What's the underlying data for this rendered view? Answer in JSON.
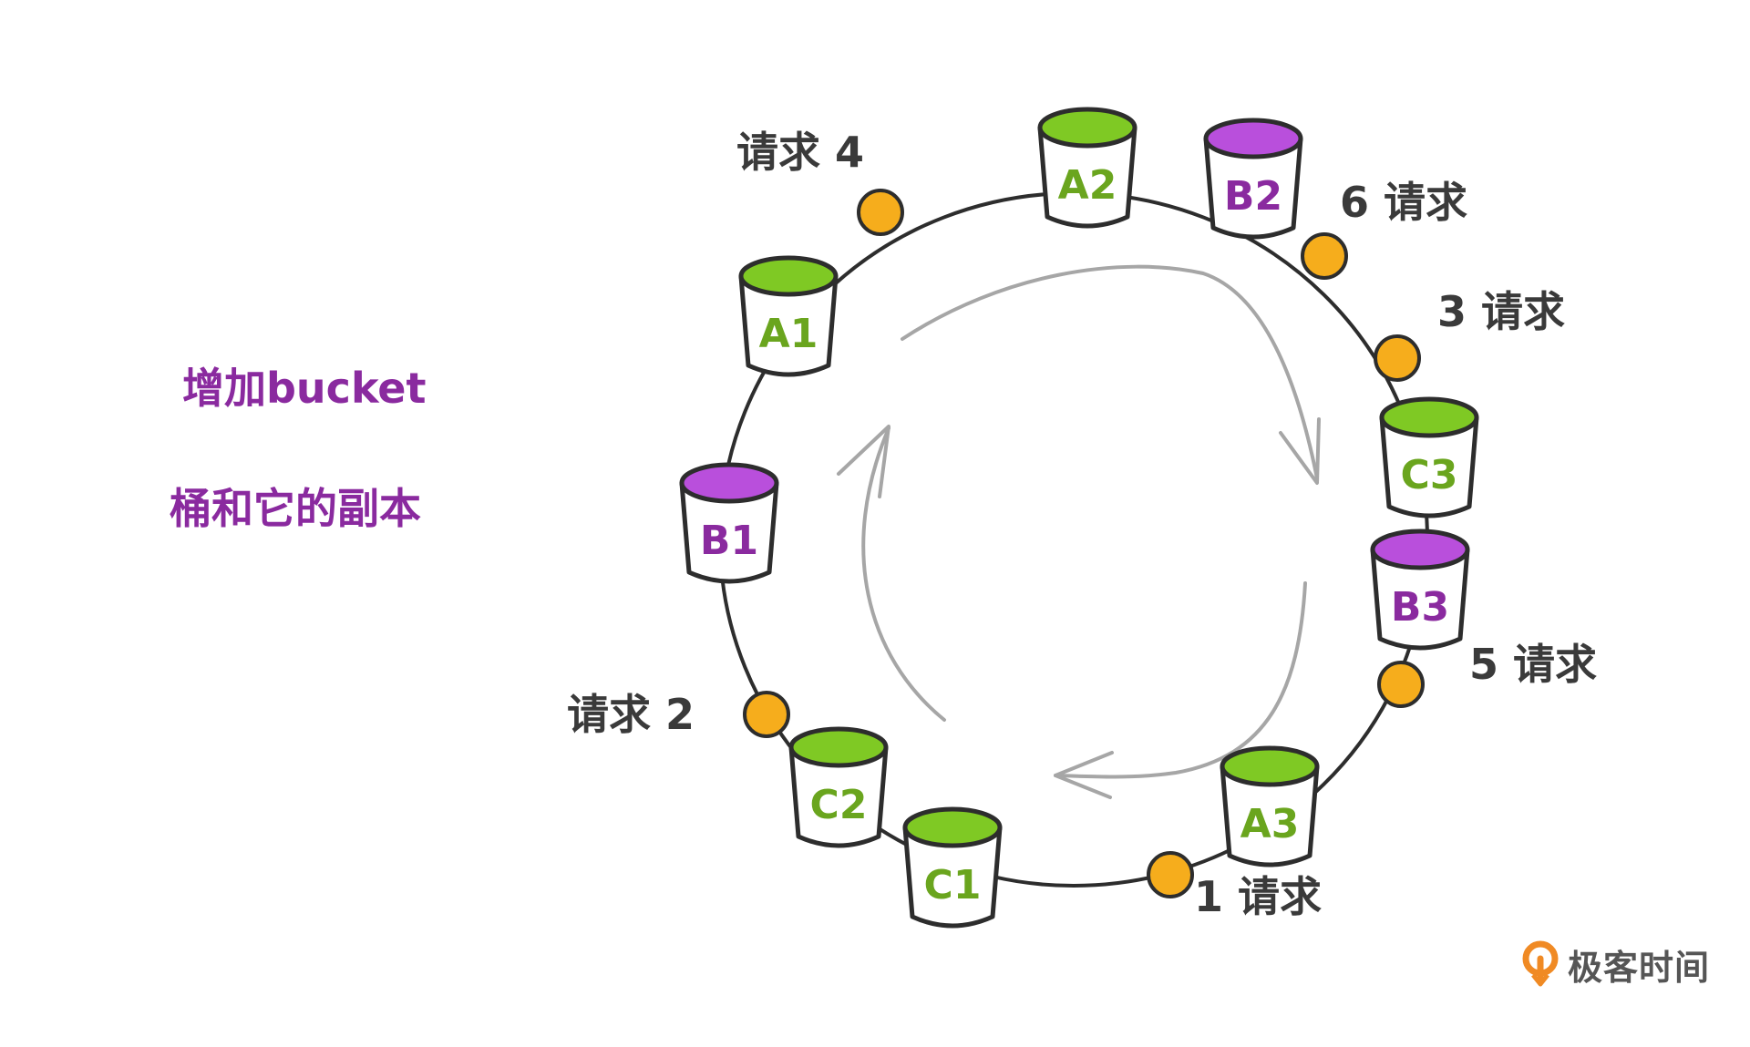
{
  "side_labels": {
    "line1": "增加bucket",
    "line2": "桶和它的副本"
  },
  "buckets": [
    {
      "id": "A2",
      "label": "A2",
      "group": "A"
    },
    {
      "id": "B2",
      "label": "B2",
      "group": "B"
    },
    {
      "id": "C3",
      "label": "C3",
      "group": "C"
    },
    {
      "id": "B3",
      "label": "B3",
      "group": "B"
    },
    {
      "id": "A3",
      "label": "A3",
      "group": "A"
    },
    {
      "id": "C1",
      "label": "C1",
      "group": "C"
    },
    {
      "id": "C2",
      "label": "C2",
      "group": "C"
    },
    {
      "id": "B1",
      "label": "B1",
      "group": "B"
    },
    {
      "id": "A1",
      "label": "A1",
      "group": "A"
    }
  ],
  "requests": [
    {
      "id": "r4",
      "label": "请求  4"
    },
    {
      "id": "r6",
      "label": "6 请求"
    },
    {
      "id": "r3",
      "label": "3 请求"
    },
    {
      "id": "r5",
      "label": "5 请求"
    },
    {
      "id": "r1",
      "label": "1  请求"
    },
    {
      "id": "r2",
      "label": "请求   2"
    }
  ],
  "colors": {
    "group_A": "#6aa51e",
    "group_B": "#8a2a9f",
    "group_C": "#6aa51e",
    "lid_green": "#7fc924",
    "lid_purple": "#b94fdc",
    "request_dot": "#f6ad1c",
    "ring": "#2d2d2d",
    "flow_arrows": "#a6a6a6",
    "side_text": "#8a2a9f",
    "request_text": "#3a3a3a"
  },
  "logo": {
    "text": "极客时间",
    "icon": "geektime-logo-icon"
  }
}
